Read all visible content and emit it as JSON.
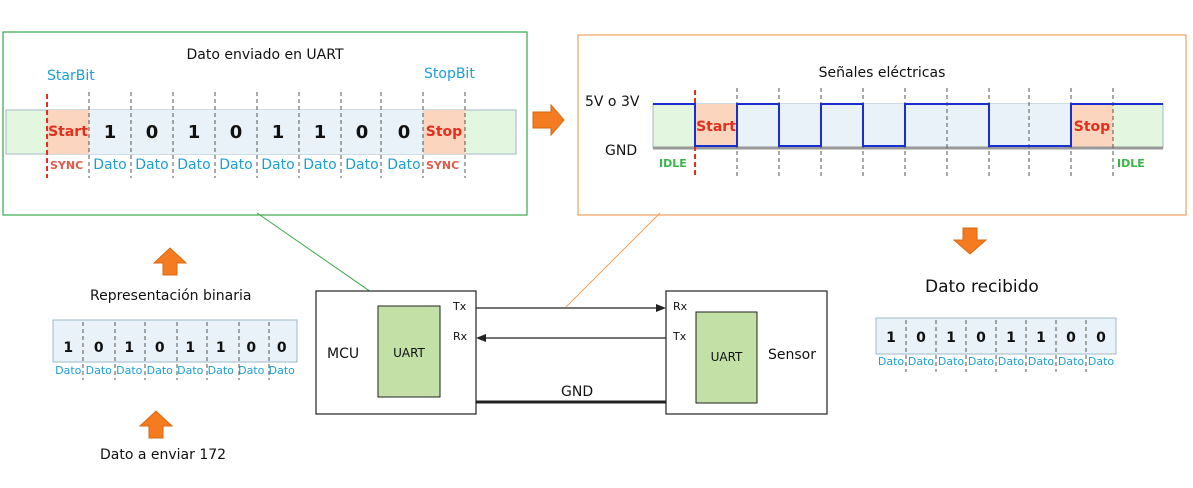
{
  "left_panel": {
    "title": "Dato enviado en UART",
    "start_bit_label": "StarBit",
    "stop_bit_label": "StopBit",
    "start_cell": "Start",
    "stop_cell": "Stop",
    "bits": [
      "1",
      "0",
      "1",
      "0",
      "1",
      "1",
      "0",
      "0"
    ],
    "bit_label": "Dato",
    "sync_label": "SYNC"
  },
  "right_panel": {
    "title": "Señales eléctricas",
    "high_label": "5V o 3V",
    "low_label": "GND",
    "start_cell": "Start",
    "stop_cell": "Stop",
    "idle_label": "IDLE",
    "bits": [
      "1",
      "0",
      "1",
      "0",
      "1",
      "1",
      "0",
      "0"
    ]
  },
  "binary_rep": {
    "title": "Representación binaria",
    "bits": [
      "1",
      "0",
      "1",
      "0",
      "1",
      "1",
      "0",
      "0"
    ],
    "bit_label": "Dato"
  },
  "dato_a_enviar": "Dato a enviar 172",
  "received": {
    "title": "Dato recibido",
    "bits": [
      "1",
      "0",
      "1",
      "0",
      "1",
      "1",
      "0",
      "0"
    ],
    "bit_label": "Dato"
  },
  "mcu": {
    "label": "MCU",
    "uart": "UART",
    "tx": "Tx",
    "rx": "Rx"
  },
  "sensor": {
    "label": "Sensor",
    "uart": "UART",
    "tx": "Tx",
    "rx": "Rx"
  },
  "gnd_label": "GND",
  "colors": {
    "arrow": "#f47b20",
    "green_box": "#c3e0a6",
    "data_blue": "#1a9fd6",
    "start_red": "#e0301e"
  }
}
